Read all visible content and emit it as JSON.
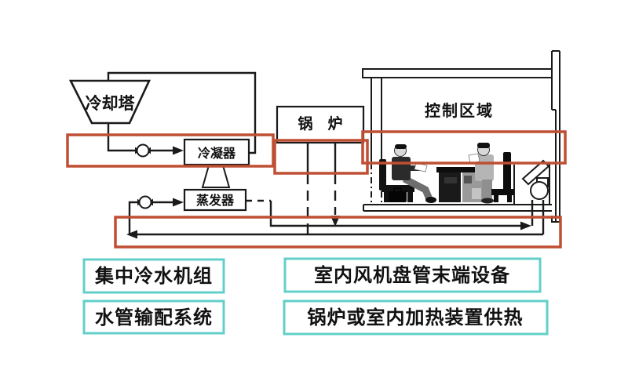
{
  "diagram": {
    "equipment": {
      "cooling_tower": "冷却塔",
      "condenser": "冷凝器",
      "evaporator": "蒸发器",
      "boiler": "锅　炉",
      "control_zone": "控制区域"
    },
    "captions": {
      "chiller_unit": "集中冷水机组",
      "pipe_distribution": "水管输配系统",
      "fan_coil_terminal": "室内风机盘管末端设备",
      "boiler_heating": "锅炉或室内加热装置供热"
    }
  },
  "colors": {
    "highlight_red": "#bf4f33",
    "label_cyan": "#62cfc9",
    "line_black": "#1a1a1a",
    "background": "#ffffff"
  }
}
